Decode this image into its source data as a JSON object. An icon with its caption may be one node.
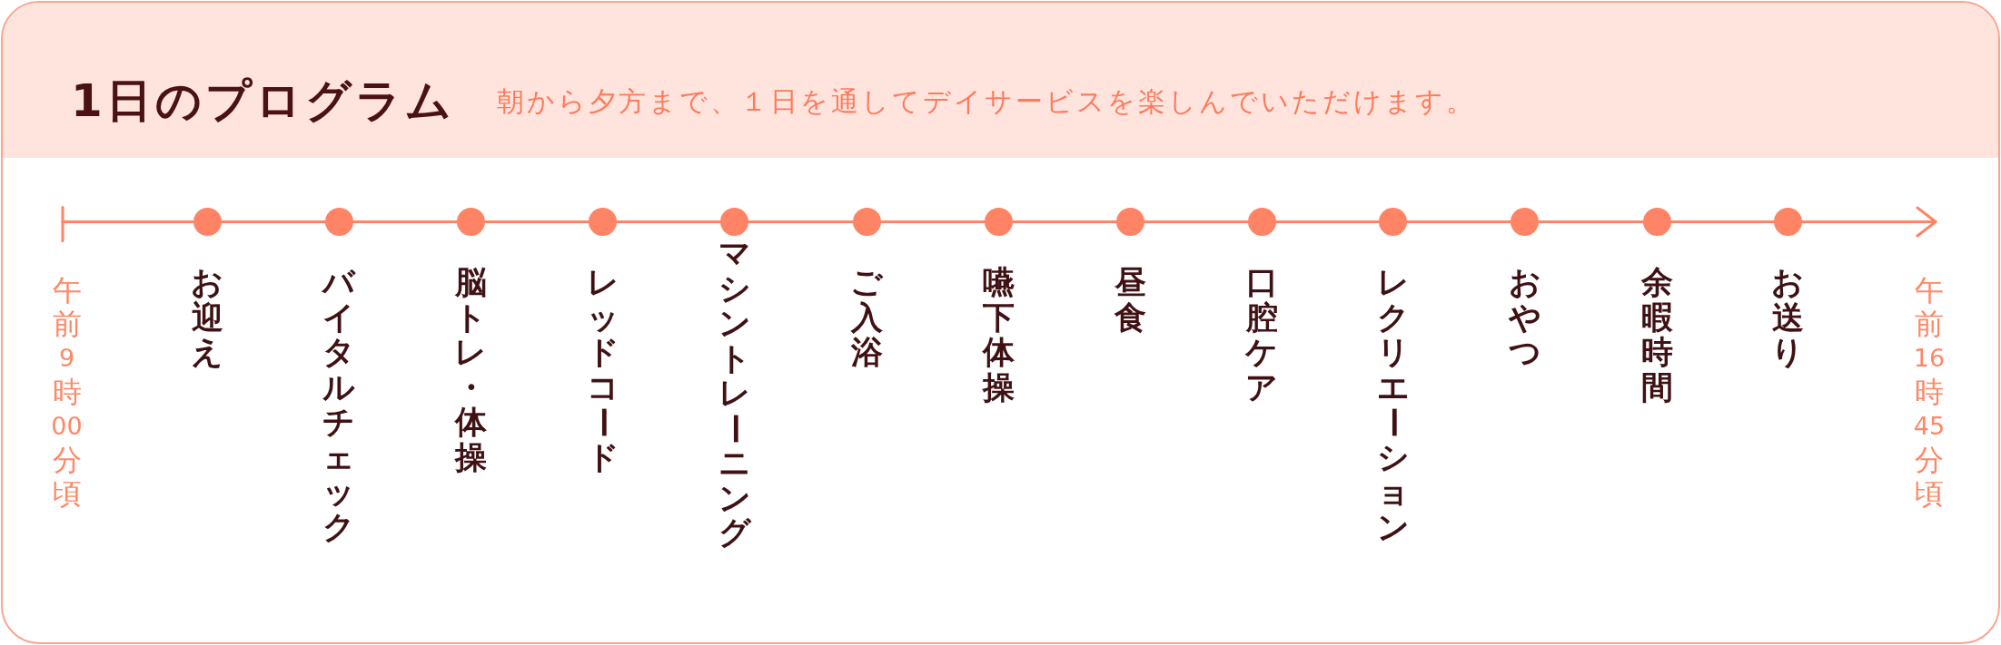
{
  "diagram": {
    "title": "1日のプログラム",
    "nodes": [
      {
        "text": [],
        "shape": "circle",
        "beside": [
          "お迎え"
        ]
      },
      {
        "text": [],
        "shape": "circle",
        "beside": [
          "バイタルチェック"
        ]
      },
      {
        "text": [],
        "shape": "circle",
        "beside": [
          "脳トレ・体操"
        ]
      },
      {
        "text": [],
        "shape": "circle",
        "beside": [
          "レッドコード"
        ]
      },
      {
        "text": [],
        "shape": "circle",
        "beside": [
          "マシントレーニング"
        ]
      },
      {
        "text": [],
        "shape": "circle",
        "beside": [
          "ご入浴"
        ]
      },
      {
        "text": [],
        "shape": "circle",
        "beside": [
          "嚥下体操"
        ]
      },
      {
        "text": [],
        "shape": "circle",
        "beside": [
          "昼食"
        ]
      },
      {
        "text": [],
        "shape": "circle",
        "beside": [
          "口腔ケア"
        ]
      },
      {
        "text": [],
        "shape": "circle",
        "beside": [
          "レクリエーション"
        ]
      },
      {
        "text": [],
        "shape": "circle",
        "beside": [
          "おやつ"
        ]
      },
      {
        "text": [],
        "shape": "circle",
        "beside": [
          "余暇時間"
        ]
      },
      {
        "text": [],
        "shape": "circle",
        "beside": [
          "お送り"
        ]
      }
    ],
    "labels": [
      "朝から夕方まで、１日を通してデイサービスを楽しんでいただけます。",
      "午前9時00分頃",
      "午前16時45分頃"
    ]
  }
}
